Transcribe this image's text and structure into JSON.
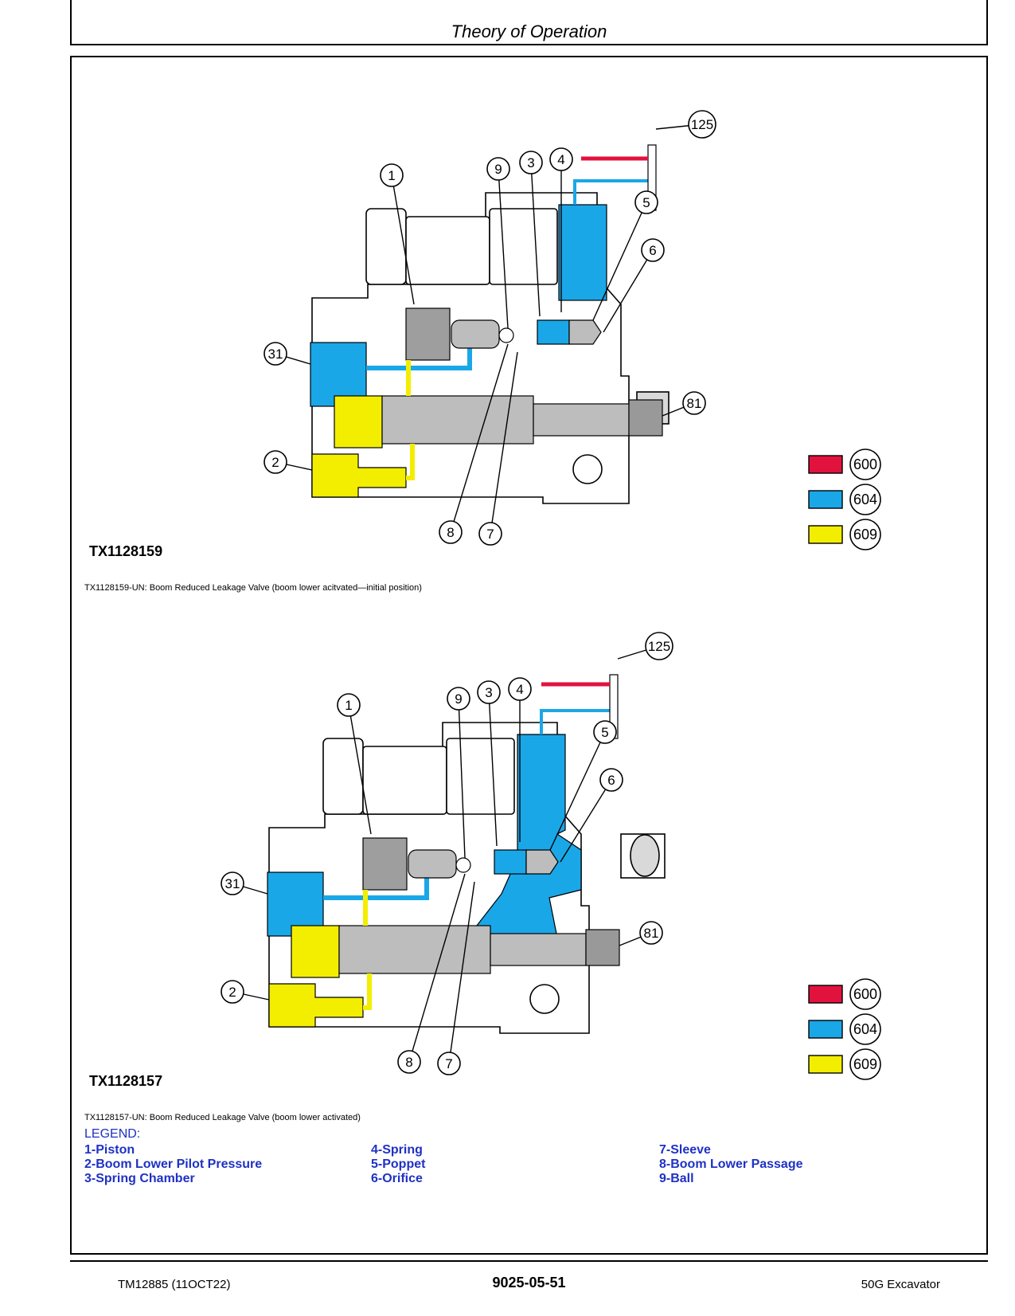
{
  "header": {
    "title": "Theory of Operation"
  },
  "figures": [
    {
      "id": "TX1128159",
      "caption": "TX1128159-UN: Boom Reduced Leakage Valve (boom lower acitvated—initial position)",
      "callouts": [
        "1",
        "2",
        "3",
        "4",
        "5",
        "6",
        "7",
        "8",
        "9",
        "31",
        "81",
        "125"
      ],
      "legend": [
        {
          "code": "600",
          "color": "#e2123e"
        },
        {
          "code": "604",
          "color": "#1aa7e8"
        },
        {
          "code": "609",
          "color": "#f3ee00"
        }
      ]
    },
    {
      "id": "TX1128157",
      "caption": "TX1128157-UN: Boom Reduced Leakage Valve (boom lower activated)",
      "callouts": [
        "1",
        "2",
        "3",
        "4",
        "5",
        "6",
        "7",
        "8",
        "9",
        "31",
        "81",
        "125"
      ],
      "legend": [
        {
          "code": "600",
          "color": "#e2123e"
        },
        {
          "code": "604",
          "color": "#1aa7e8"
        },
        {
          "code": "609",
          "color": "#f3ee00"
        }
      ]
    }
  ],
  "legend": {
    "title": "LEGEND:",
    "items": [
      "1-Piston",
      "2-Boom Lower Pilot Pressure",
      "3-Spring Chamber",
      "4-Spring",
      "5-Poppet",
      "6-Orifice",
      "7-Sleeve",
      "8-Boom Lower Passage",
      "9-Ball"
    ]
  },
  "footer": {
    "doc": "TM12885 (11OCT22)",
    "page": "9025-05-51",
    "model": "50G Excavator"
  }
}
